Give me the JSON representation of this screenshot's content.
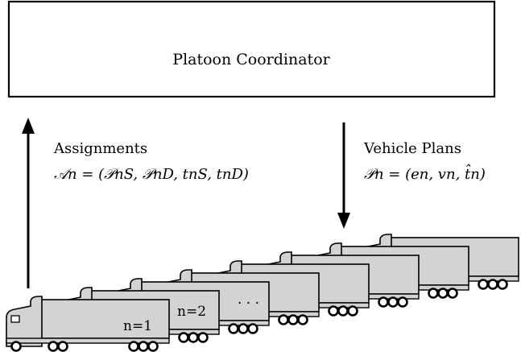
{
  "coordinator": {
    "label": "Platoon Coordinator"
  },
  "assignments": {
    "label": "Assignments",
    "formula": "𝒜n = (𝒫nS, 𝒫nD, tnS, tnD)"
  },
  "vehicle_plans": {
    "label": "Vehicle Plans",
    "formula": "𝒫n = (en, vn, t̂n)"
  },
  "trucks": {
    "labels": [
      "n=1",
      "n=2",
      "· · ·"
    ],
    "count": 8
  }
}
